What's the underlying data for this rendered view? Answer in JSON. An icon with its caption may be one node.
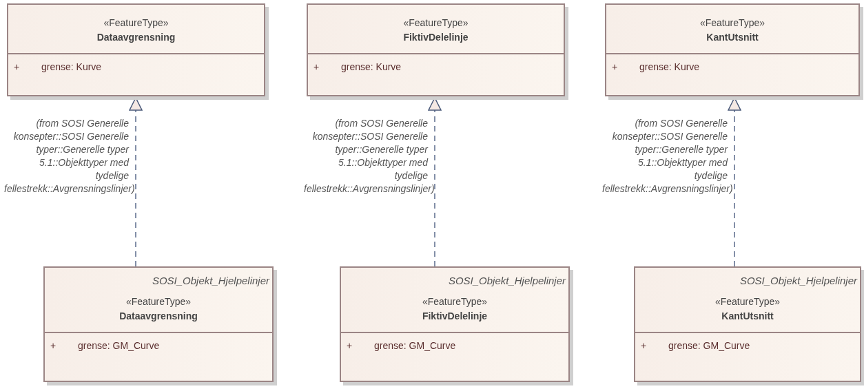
{
  "diagram": {
    "nodes": [
      {
        "text": [
          "«FeatureType»",
          "Dataavgrensning",
          "+",
          "grense: Kurve"
        ],
        "beside": [
          "(from SOSI Generelle konsepter::SOSI Generelle typer::Generelle typer 5.1::Objekttyper med tydelige fellestrekk::Avgrensningslinjer)"
        ]
      },
      {
        "text": [
          "«FeatureType»",
          "FiktivDelelinje",
          "+",
          "grense: Kurve"
        ],
        "beside": [
          "(from SOSI Generelle konsepter::SOSI Generelle typer::Generelle typer 5.1::Objekttyper med tydelige fellestrekk::Avgrensningslinjer)"
        ]
      },
      {
        "text": [
          "«FeatureType»",
          "KantUtsnitt",
          "+",
          "grense: Kurve"
        ],
        "beside": [
          "(from SOSI Generelle konsepter::SOSI Generelle typer::Generelle typer 5.1::Objekttyper med tydelige fellestrekk::Avgrensningslinjer)"
        ]
      },
      {
        "text": [
          "SOSI_Objekt_Hjelpelinjer",
          "«FeatureType»",
          "Dataavgrensning",
          "+",
          "grense: GM_Curve"
        ]
      },
      {
        "text": [
          "SOSI_Objekt_Hjelpelinjer",
          "«FeatureType»",
          "FiktivDelelinje",
          "+",
          "grense: GM_Curve"
        ]
      },
      {
        "text": [
          "SOSI_Objekt_Hjelpelinjer",
          "«FeatureType»",
          "KantUtsnitt",
          "+",
          "grense: GM_Curve"
        ]
      }
    ],
    "edges": [
      {
        "from": 3,
        "to": 0,
        "arrow": "to",
        "style": "dashed"
      },
      {
        "from": 4,
        "to": 1,
        "arrow": "to",
        "style": "dashed"
      },
      {
        "from": 5,
        "to": 2,
        "arrow": "to",
        "style": "dashed"
      }
    ]
  }
}
